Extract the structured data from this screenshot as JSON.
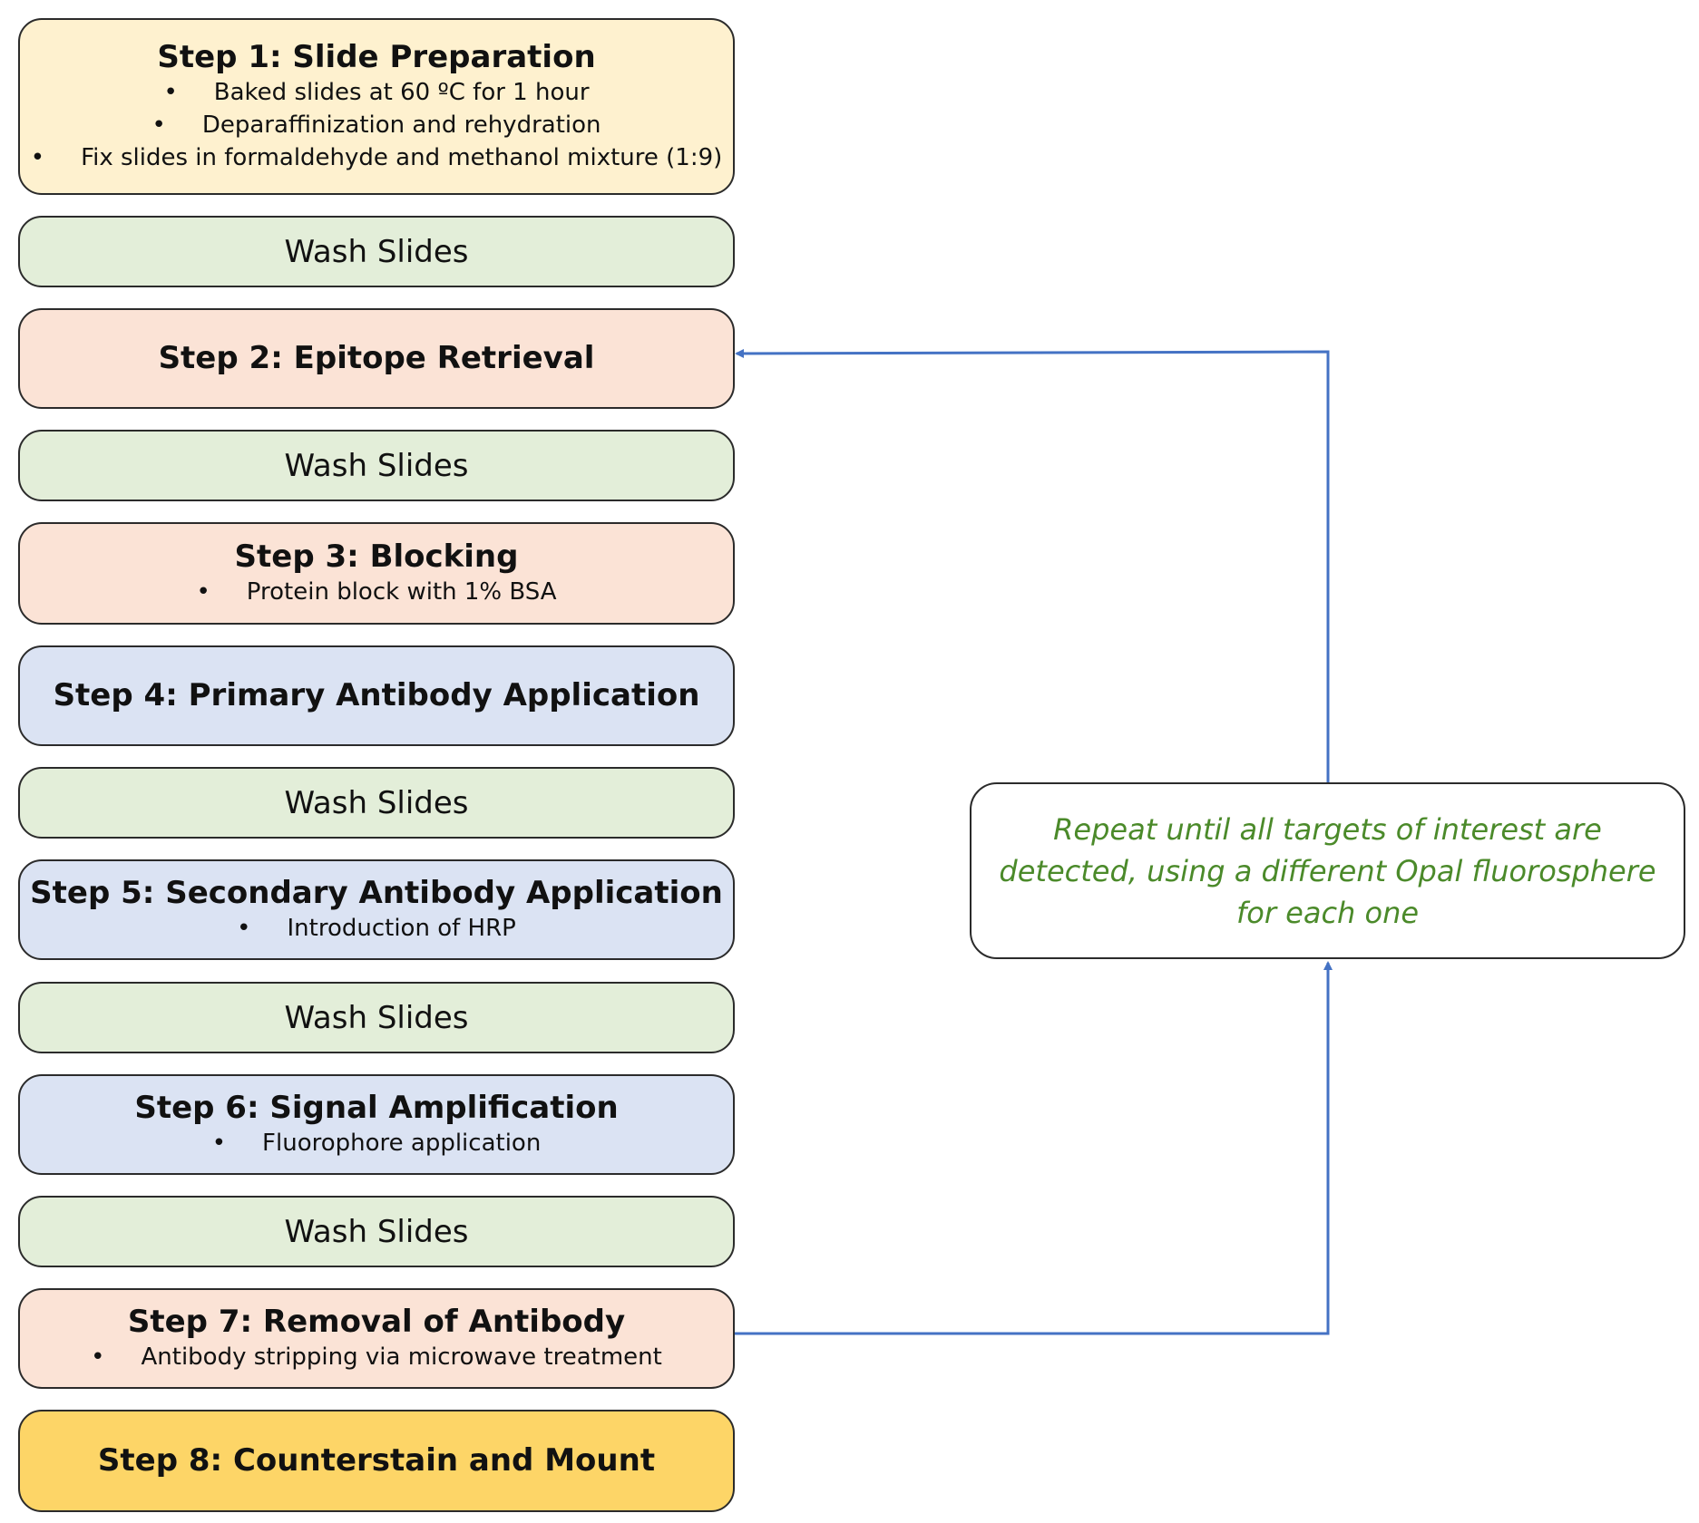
{
  "steps": [
    {
      "title": "Step 1: Slide Preparation",
      "bullets": [
        "Baked slides at 60 ºC for 1 hour",
        "Deparaffinization and rehydration",
        "Fix slides in formaldehyde and methanol mixture (1:9)"
      ]
    },
    {
      "wash": "Wash Slides"
    },
    {
      "title": "Step 2: Epitope Retrieval"
    },
    {
      "wash": "Wash Slides"
    },
    {
      "title": "Step 3: Blocking",
      "bullets": [
        "Protein block with 1% BSA"
      ]
    },
    {
      "title": "Step 4: Primary Antibody Application"
    },
    {
      "wash": "Wash Slides"
    },
    {
      "title": "Step 5: Secondary Antibody Application",
      "bullets": [
        "Introduction of HRP"
      ]
    },
    {
      "wash": "Wash Slides"
    },
    {
      "title": "Step 6: Signal Amplification",
      "bullets": [
        "Fluorophore  application"
      ]
    },
    {
      "wash": "Wash Slides"
    },
    {
      "title": "Step 7: Removal of Antibody",
      "bullets": [
        "Antibody stripping  via microwave treatment"
      ]
    },
    {
      "title": "Step 8: Counterstain and Mount"
    }
  ],
  "bullet_char": "•",
  "repeat_note": "Repeat until all targets of interest are detected, using a different Opal fluorosphere for each one",
  "colors": {
    "slide_prep": "#fef1cf",
    "wash": "#e3eed9",
    "retrieval_blocking_removal": "#fbe3d6",
    "antibody_amplification": "#dbe3f3",
    "counterstain": "#fdd567",
    "arrow": "#4472c4",
    "note_text": "#4b8a2a"
  }
}
